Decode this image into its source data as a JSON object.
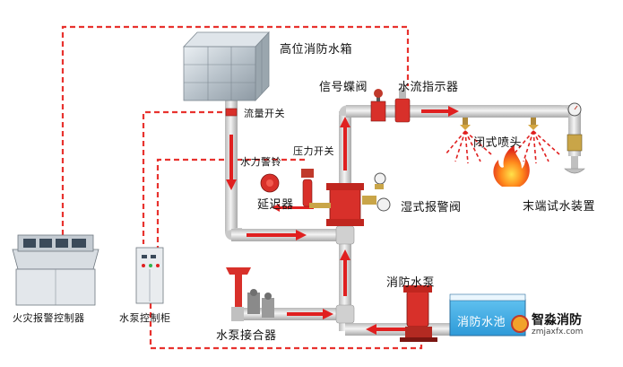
{
  "labels": {
    "tank": "高位消防水箱",
    "flow_switch": "流量开关",
    "signal_valve": "信号蝶阀",
    "flow_indicator": "水流指示器",
    "water_bell": "水力警铃",
    "pressure_switch": "压力开关",
    "delay_chamber": "延迟器",
    "alarm_valve": "湿式报警阀",
    "sprinkler": "闭式喷头",
    "test_device": "末端试水装置",
    "fire_panel": "火灾报警控制器",
    "pump_panel": "水泵控制柜",
    "pump_connector": "水泵接合器",
    "fire_pump": "消防水泵",
    "pool": "消防水池"
  },
  "brand": {
    "name": "智淼消防",
    "url": "zmjaxfx.com"
  },
  "colors": {
    "signal_line": "#e8322e",
    "pipe": "#d9d9d9",
    "flow_arrow": "#e02020",
    "valve_red": "#d8302a"
  }
}
